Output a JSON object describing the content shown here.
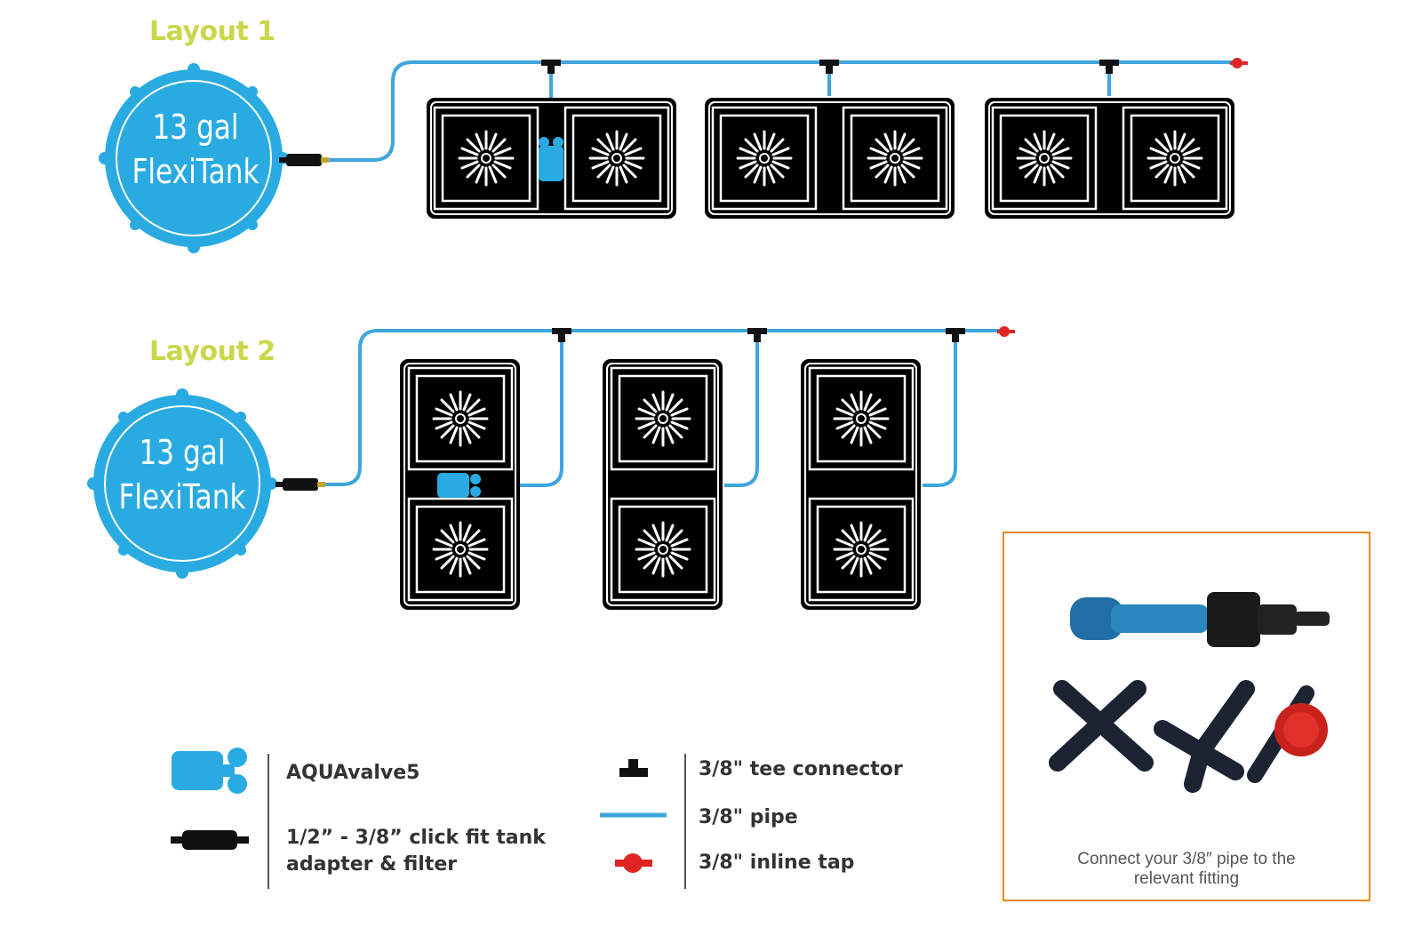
{
  "layout1": {
    "title": "Layout 1",
    "tank": {
      "line1": "13 gal",
      "line2": "FlexiTank"
    },
    "modules": 3,
    "pots_per_module": 2,
    "orientation": "horizontal"
  },
  "layout2": {
    "title": "Layout 2",
    "tank": {
      "line1": "13 gal",
      "line2": "FlexiTank"
    },
    "modules": 3,
    "pots_per_module": 2,
    "orientation": "vertical"
  },
  "legend": {
    "aquavalve": "AQUAvalve5",
    "adapter_line1": "1/2” - 3/8” click fit tank",
    "adapter_line2": "adapter & filter",
    "tee": "3/8\" tee connector",
    "pipe": "3/8\" pipe",
    "tap": "3/8\" inline tap"
  },
  "fittings_panel": {
    "caption_line1": "Connect your 3/8″ pipe to the",
    "caption_line2": "relevant fitting"
  },
  "colors": {
    "tank": "#29abe2",
    "pipe": "#3ea6dc",
    "pot": "#000000",
    "tap": "#e02424",
    "title": "#c8d84a",
    "panel_border": "#e8891a"
  }
}
